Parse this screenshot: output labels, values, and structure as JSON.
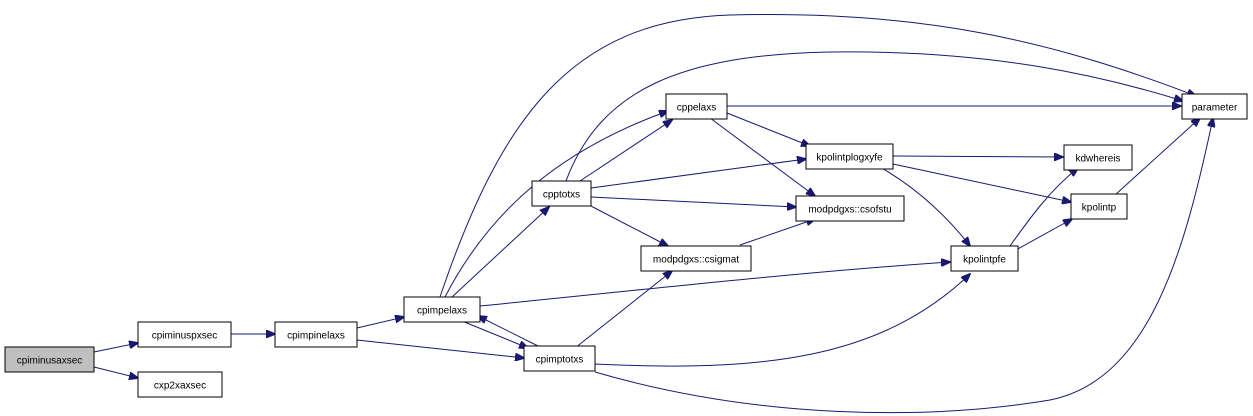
{
  "colors": {
    "edge": "#191970",
    "root_fill": "#bfbfbf",
    "node_fill": "#ffffff",
    "border": "#000000"
  },
  "nodes": {
    "cpiminusaxsec": "cpiminusaxsec",
    "cpiminuspxsec": "cpiminuspxsec",
    "cxp2xaxsec": "cxp2xaxsec",
    "cpimpinelaxs": "cpimpinelaxs",
    "cpimpelaxs": "cpimpelaxs",
    "cpimptotxs": "cpimptotxs",
    "cpptotxs": "cpptotxs",
    "cppelaxs": "cppelaxs",
    "modpdgxs_csigmat": "modpdgxs::csigmat",
    "modpdgxs_csofstu": "modpdgxs::csofstu",
    "kpolintplogxyfe": "kpolintplogxyfe",
    "kpolintpfe": "kpolintpfe",
    "kdwhereis": "kdwhereis",
    "kpolintp": "kpolintp",
    "parameter": "parameter"
  },
  "edges": [
    [
      "cpiminusaxsec",
      "cpiminuspxsec"
    ],
    [
      "cpiminusaxsec",
      "cxp2xaxsec"
    ],
    [
      "cpiminuspxsec",
      "cpimpinelaxs"
    ],
    [
      "cpimpinelaxs",
      "cpimpelaxs"
    ],
    [
      "cpimpinelaxs",
      "cpimptotxs"
    ],
    [
      "cpimpelaxs",
      "cpptotxs"
    ],
    [
      "cpimpelaxs",
      "cppelaxs"
    ],
    [
      "cpimpelaxs",
      "cpimptotxs"
    ],
    [
      "cpimpelaxs",
      "kpolintpfe"
    ],
    [
      "cpimpelaxs",
      "parameter"
    ],
    [
      "cpimptotxs",
      "cpimpelaxs"
    ],
    [
      "cpimptotxs",
      "modpdgxs_csigmat"
    ],
    [
      "cpimptotxs",
      "kpolintpfe"
    ],
    [
      "cpimptotxs",
      "parameter"
    ],
    [
      "cpptotxs",
      "cppelaxs"
    ],
    [
      "cpptotxs",
      "kpolintplogxyfe"
    ],
    [
      "cpptotxs",
      "modpdgxs_csofstu"
    ],
    [
      "cpptotxs",
      "modpdgxs_csigmat"
    ],
    [
      "cpptotxs",
      "parameter"
    ],
    [
      "cppelaxs",
      "parameter"
    ],
    [
      "cppelaxs",
      "kpolintplogxyfe"
    ],
    [
      "cppelaxs",
      "modpdgxs_csofstu"
    ],
    [
      "modpdgxs_csigmat",
      "modpdgxs_csofstu"
    ],
    [
      "kpolintplogxyfe",
      "kdwhereis"
    ],
    [
      "kpolintplogxyfe",
      "kpolintp"
    ],
    [
      "kpolintplogxyfe",
      "kpolintpfe"
    ],
    [
      "kpolintpfe",
      "kdwhereis"
    ],
    [
      "kpolintpfe",
      "kpolintp"
    ],
    [
      "kpolintp",
      "parameter"
    ]
  ]
}
